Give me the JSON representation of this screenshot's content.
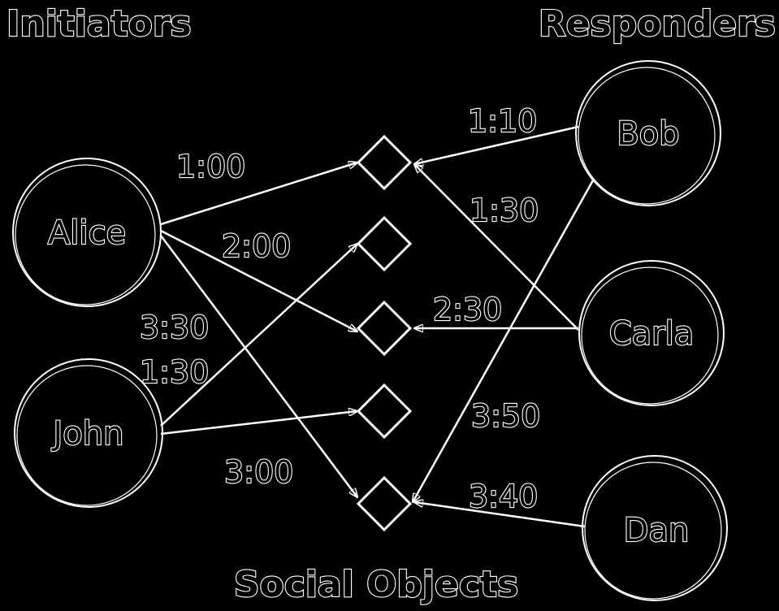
{
  "headings": {
    "initiators": "Initiators",
    "responders": "Responders",
    "social_objects": "Social Objects"
  },
  "nodes": {
    "alice": "Alice",
    "john": "John",
    "bob": "Bob",
    "carla": "Carla",
    "dan": "Dan"
  },
  "edge_labels": {
    "alice_obj1": "1:00",
    "alice_obj3": "2:00",
    "alice_obj5": "3:30",
    "john_obj2": "1:30",
    "john_obj5": "3:00",
    "bob_obj1": "1:10",
    "carla_obj1": "1:30",
    "carla_obj3": "2:30",
    "bob_obj5": "3:50",
    "dan_obj5": "3:40"
  },
  "colors": {
    "background": "#000000",
    "stroke": "#ffffff"
  }
}
